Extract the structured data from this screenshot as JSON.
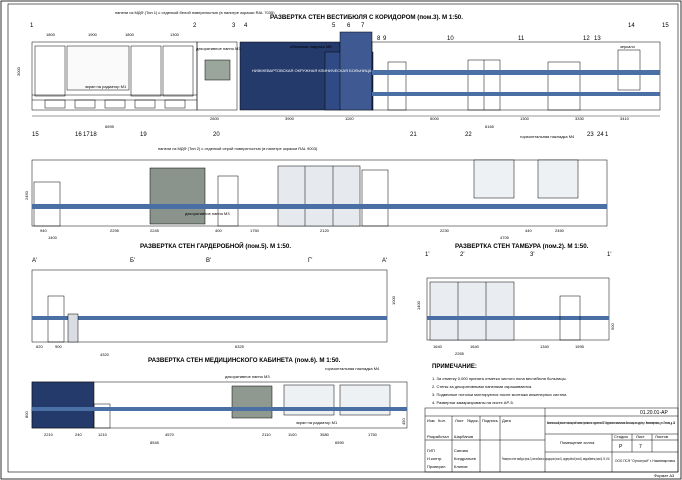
{
  "sections": {
    "s1_title": "РАЗВЕРТКА СТЕН ВЕСТИБЮЛЯ С КОРИДОРОМ (пом.3). М 1:50.",
    "s2_title": "РАЗВЕРТКА СТЕН ГАРДЕРОБНОЙ (пом.5). М 1:50.",
    "s3_title": "РАЗВЕРТКА СТЕН ТАМБУРА (пом.2). М 1:50.",
    "s4_title": "РАЗВЕРТКА СТЕН МЕДИЦИНСКОГО КАБИНЕТА (пом.6). М 1:50."
  },
  "axes_row1": [
    "1",
    "2",
    "3",
    "4",
    "5",
    "6",
    "7",
    "8",
    "9",
    "10",
    "11",
    "12",
    "13",
    "14",
    "15"
  ],
  "axes_row2": [
    "15",
    "16",
    "17",
    "18",
    "19",
    "20",
    "21",
    "22",
    "23",
    "24",
    "1"
  ],
  "axes_row3": [
    "А'",
    "Б'",
    "В'",
    "Г'",
    "А'"
  ],
  "axes_row4": [
    "1'",
    "2'",
    "3'",
    "1'"
  ],
  "callouts": {
    "panel_top": "панели из МДФ (Тип 1) с отделкой белой поверхностью (в палитре окраски RAL 7035)",
    "decor1": "декоративное панно М3",
    "volume_label": "объемная надпись М5",
    "sign": "НИЖНЕВАРТОВСКАЯ ОКРУЖНАЯ КЛИНИЧЕСКАЯ БОЛЬНИЦА",
    "mirror": "зеркало",
    "radiator1": "экран на радиатор М1",
    "panel_grey": "панели из МДФ (Тип 2) с отделкой серой поверхностью (в палитре окраски RAL 9003)",
    "decor2": "декоративное панно М3",
    "rail1": "горизонтальная накладка М4",
    "decor3": "декоративное панно М3",
    "rail2": "горизонтальная накладка М4",
    "radiator2": "экран на радиатор М1"
  },
  "dims_row1": [
    "1800",
    "1900",
    "1800",
    "1300",
    "6595",
    "2600",
    "3900",
    "1100",
    "5000",
    "1300",
    "3330",
    "3410",
    "6165"
  ],
  "dims_row2": [
    "940",
    "1400",
    "2295",
    "2245",
    "400",
    "1750",
    "2120",
    "2230",
    "440",
    "2450",
    "4705"
  ],
  "dims_row3": [
    "620",
    "900",
    "4320",
    "6325"
  ],
  "dims_row4": [
    "1640",
    "1640",
    "2265",
    "1340",
    "1595"
  ],
  "dims_row5": [
    "2210",
    "240",
    "1210",
    "4570",
    "2110",
    "1100",
    "3580",
    "1750",
    "8545",
    "6590"
  ],
  "heights": [
    "3000",
    "2450",
    "1400",
    "1000",
    "800",
    "500",
    "450"
  ],
  "notes": {
    "heading": "ПРИМЕЧАНИЕ:",
    "items": [
      "1. За отметку 0,000 принята отметка чистого пола вестибюля больницы.",
      "2. Стены за декоративными панелями окрашиваются.",
      "3. Подвесные потолки монтируются после монтажа инженерных систем.",
      "4. Развертки замаркированы на листе АР-5."
    ]
  },
  "stamp": {
    "code": "01.20.01-АР",
    "project": "Капитальный ремонт помещений холла приемного отделения БУ Окружная клиническая больница по адресу г. Нижневартовск, ул. Ленина, д. 18",
    "headers": [
      "Изм.",
      "Кол.",
      "Лист",
      "№док.",
      "Подпись",
      "Дата"
    ],
    "roles": [
      "Разработал",
      "ГИП",
      "Н.контр.",
      "Проверил"
    ],
    "names": [
      "Шарбанов",
      "Сапова",
      "Кондратьев",
      "Клинов"
    ],
    "stage_headers": [
      "Стадия",
      "Лист",
      "Листов"
    ],
    "stage": "Р",
    "sheet": "7",
    "object": "Помещение холла",
    "drawing": "Развертка стен тамбура (пом.2), вестибюля с коридором (пом.3), гардеробной (пом.5), медкабинета (пом.6). М 1:50.",
    "company": "ООО ПСФ \"Ортострой\" г. Нижневартовск"
  },
  "format": "Формат А3",
  "colors": {
    "navy": "#243a6b",
    "blue": "#4a6fa5",
    "line": "#000000",
    "glass": "#cfd6df"
  }
}
